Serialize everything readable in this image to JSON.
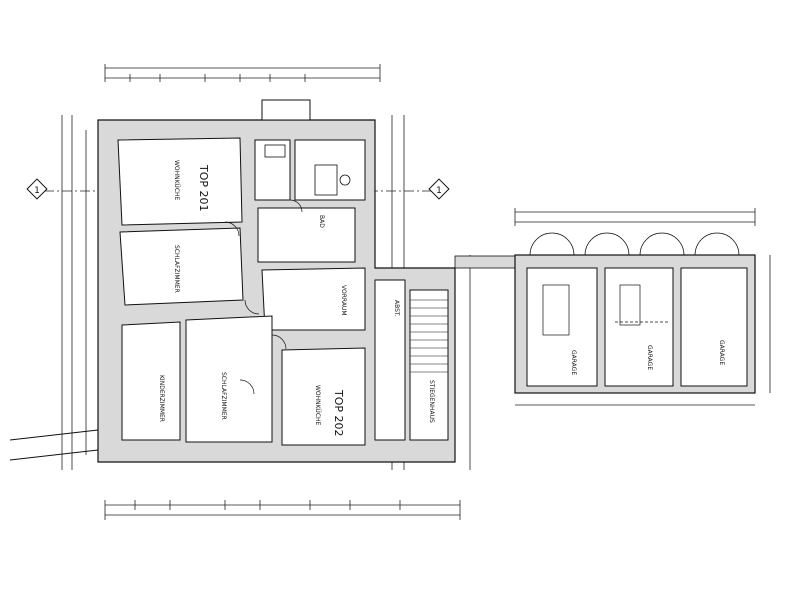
{
  "plan": {
    "axis_marker": "1",
    "units": [
      {
        "id": "top201",
        "title": "TOP 201"
      },
      {
        "id": "top202",
        "title": "TOP 202"
      }
    ],
    "rooms": [
      {
        "id": "r-wohnk",
        "name": "WOHNKÜCHE"
      },
      {
        "id": "r-schlaf1",
        "name": "SCHLAFZIMMER"
      },
      {
        "id": "r-kinder",
        "name": "KINDERZIMMER"
      },
      {
        "id": "r-schlaf2",
        "name": "SCHLAFZIMMER"
      },
      {
        "id": "r-wohnk2",
        "name": "WOHNKÜCHE"
      },
      {
        "id": "r-bad",
        "name": "BAD"
      },
      {
        "id": "r-vor",
        "name": "VORRAUM"
      },
      {
        "id": "r-abst",
        "name": "ABST."
      },
      {
        "id": "r-stiege",
        "name": "STIEGENHAUS"
      },
      {
        "id": "r-garage1",
        "name": "GARAGE"
      },
      {
        "id": "r-garage2",
        "name": "GARAGE"
      },
      {
        "id": "r-garage3",
        "name": "GARAGE"
      }
    ]
  }
}
